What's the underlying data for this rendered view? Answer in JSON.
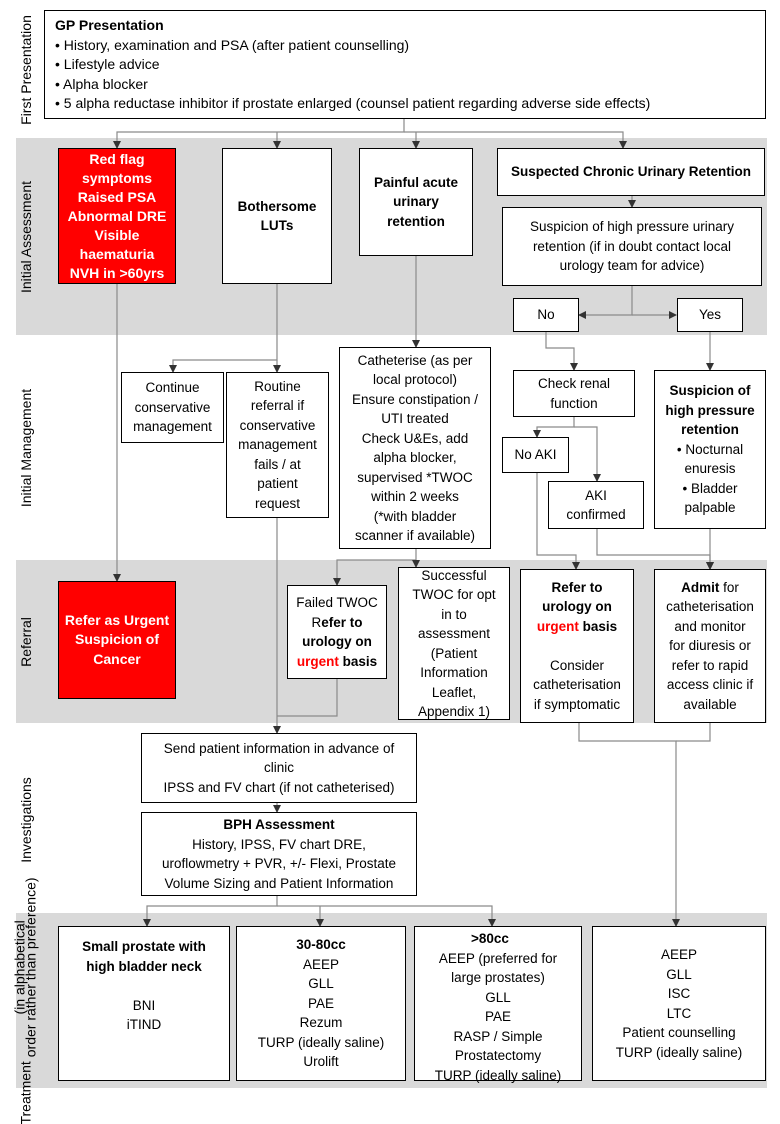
{
  "stages": {
    "first": "First Presentation",
    "initial_assessment": "Initial Assessment",
    "initial_management": "Initial Management",
    "referral": "Referral",
    "investigations": "Investigations",
    "treatment": "Treatment",
    "treatment_note_1": "(in alphabetical",
    "treatment_note_2": "order rather than preference)"
  },
  "gp": {
    "title": "GP Presentation",
    "items": [
      "• History, examination and PSA (after patient counselling)",
      "• Lifestyle advice",
      "• Alpha blocker",
      "• 5 alpha reductase inhibitor if prostate enlarged (counsel patient regarding adverse side effects)"
    ]
  },
  "red_flag": [
    "Red flag",
    "symptoms",
    "Raised PSA",
    "Abnormal DRE",
    "Visible",
    "haematuria",
    "NVH in >60yrs"
  ],
  "bothersome": [
    "Bothersome",
    "LUTs"
  ],
  "painful": [
    "Painful acute",
    "urinary",
    "retention"
  ],
  "chronic": "Suspected Chronic Urinary Retention",
  "suspicion_high": [
    "Suspicion of high pressure urinary",
    "retention (if in doubt contact local",
    "urology team for advice)"
  ],
  "no": "No",
  "yes": "Yes",
  "continue": [
    "Continue",
    "conservative",
    "management"
  ],
  "routine": [
    "Routine",
    "referral if",
    "conservative",
    "management",
    "fails / at",
    "patient",
    "request"
  ],
  "catheterise": [
    "Catheterise (as per",
    "local protocol)",
    "Ensure constipation /",
    "UTI treated",
    "Check U&Es, add",
    "alpha blocker,",
    "supervised *TWOC",
    "within 2 weeks",
    "(*with bladder",
    "scanner if available)"
  ],
  "check_renal": [
    "Check renal",
    "function"
  ],
  "no_aki": "No AKI",
  "aki": [
    "AKI",
    "confirmed"
  ],
  "high_pressure": {
    "title": [
      "Suspicion of",
      "high pressure",
      "retention"
    ],
    "items": [
      "• Nocturnal",
      "enuresis",
      "• Bladder",
      "palpable"
    ]
  },
  "urgent_cancer": [
    "Refer as Urgent",
    "Suspicion of",
    "Cancer"
  ],
  "failed_twoc": {
    "line1": "Failed TWOC",
    "r1a": "R",
    "r1b": "efer to",
    "r2": "urology on",
    "r3a": "urgent",
    "r3b": " basis"
  },
  "successful_twoc": [
    "Successful",
    "TWOC for opt",
    "in to",
    "assessment",
    "(Patient",
    "Information",
    "Leaflet,",
    "Appendix 1)"
  ],
  "refer_urgent": {
    "l1": "Refer to",
    "l2": "urology on",
    "l3": "urgent",
    "l4": "basis",
    "l5": "Consider",
    "l6": "catheterisation",
    "l7": "if symptomatic"
  },
  "admit": {
    "bold": "Admit",
    "l1rest": " for",
    "lines": [
      "catheterisation",
      "and monitor",
      "for diuresis or",
      "refer to rapid",
      "access clinic if",
      "available"
    ]
  },
  "send_info": [
    "Send patient information in advance of",
    "clinic",
    "IPSS and FV chart (if not catheterised)"
  ],
  "bph": {
    "title": "BPH Assessment",
    "lines": [
      "History, IPSS, FV chart  DRE,",
      "uroflowmetry + PVR, +/- Flexi, Prostate",
      "Volume Sizing and Patient Information"
    ]
  },
  "small_prostate": {
    "title": [
      "Small prostate with",
      "high bladder neck"
    ],
    "items": [
      "BNI",
      "iTIND"
    ]
  },
  "mid_prostate": {
    "title": "30-80cc",
    "items": [
      "AEEP",
      "GLL",
      "PAE",
      "Rezum",
      "TURP (ideally saline)",
      "Urolift"
    ]
  },
  "large_prostate": {
    "title": ">80cc",
    "items": [
      "AEEP (preferred for",
      "large prostates)",
      "GLL",
      "PAE",
      "RASP / Simple",
      "Prostatectomy",
      "TURP (ideally saline)"
    ]
  },
  "retention_tx": {
    "items": [
      "AEEP",
      "GLL",
      "ISC",
      "LTC",
      "Patient counselling",
      "TURP (ideally saline)"
    ]
  }
}
